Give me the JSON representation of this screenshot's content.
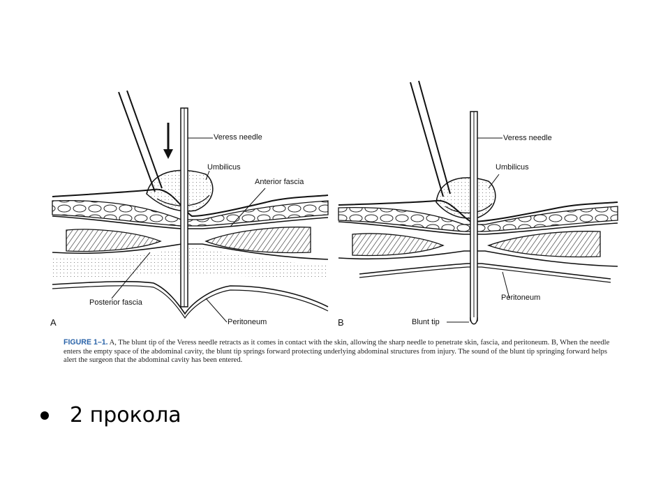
{
  "figure": {
    "panel_a": {
      "letter": "A",
      "labels": {
        "veress_needle": "Veress needle",
        "umbilicus": "Umbilicus",
        "anterior_fascia": "Anterior fascia",
        "posterior_fascia": "Posterior fascia",
        "peritoneum": "Peritoneum"
      }
    },
    "panel_b": {
      "letter": "B",
      "labels": {
        "veress_needle": "Veress needle",
        "umbilicus": "Umbilicus",
        "peritoneum": "Peritoneum",
        "blunt_tip": "Blunt tip"
      }
    },
    "caption": {
      "label": "FIGURE 1–1.",
      "text": " A, The blunt tip of the Veress needle retracts as it comes in contact with the skin, allowing the sharp needle to penetrate skin, fascia, and peritoneum. B, When the needle enters the empty space of the abdominal cavity, the blunt tip springs forward protecting underlying abdominal structures from injury. The sound of the blunt tip springing forward helps alert the surgeon that the abdominal cavity has been entered."
    }
  },
  "bullet": {
    "text": "2  прокола"
  }
}
